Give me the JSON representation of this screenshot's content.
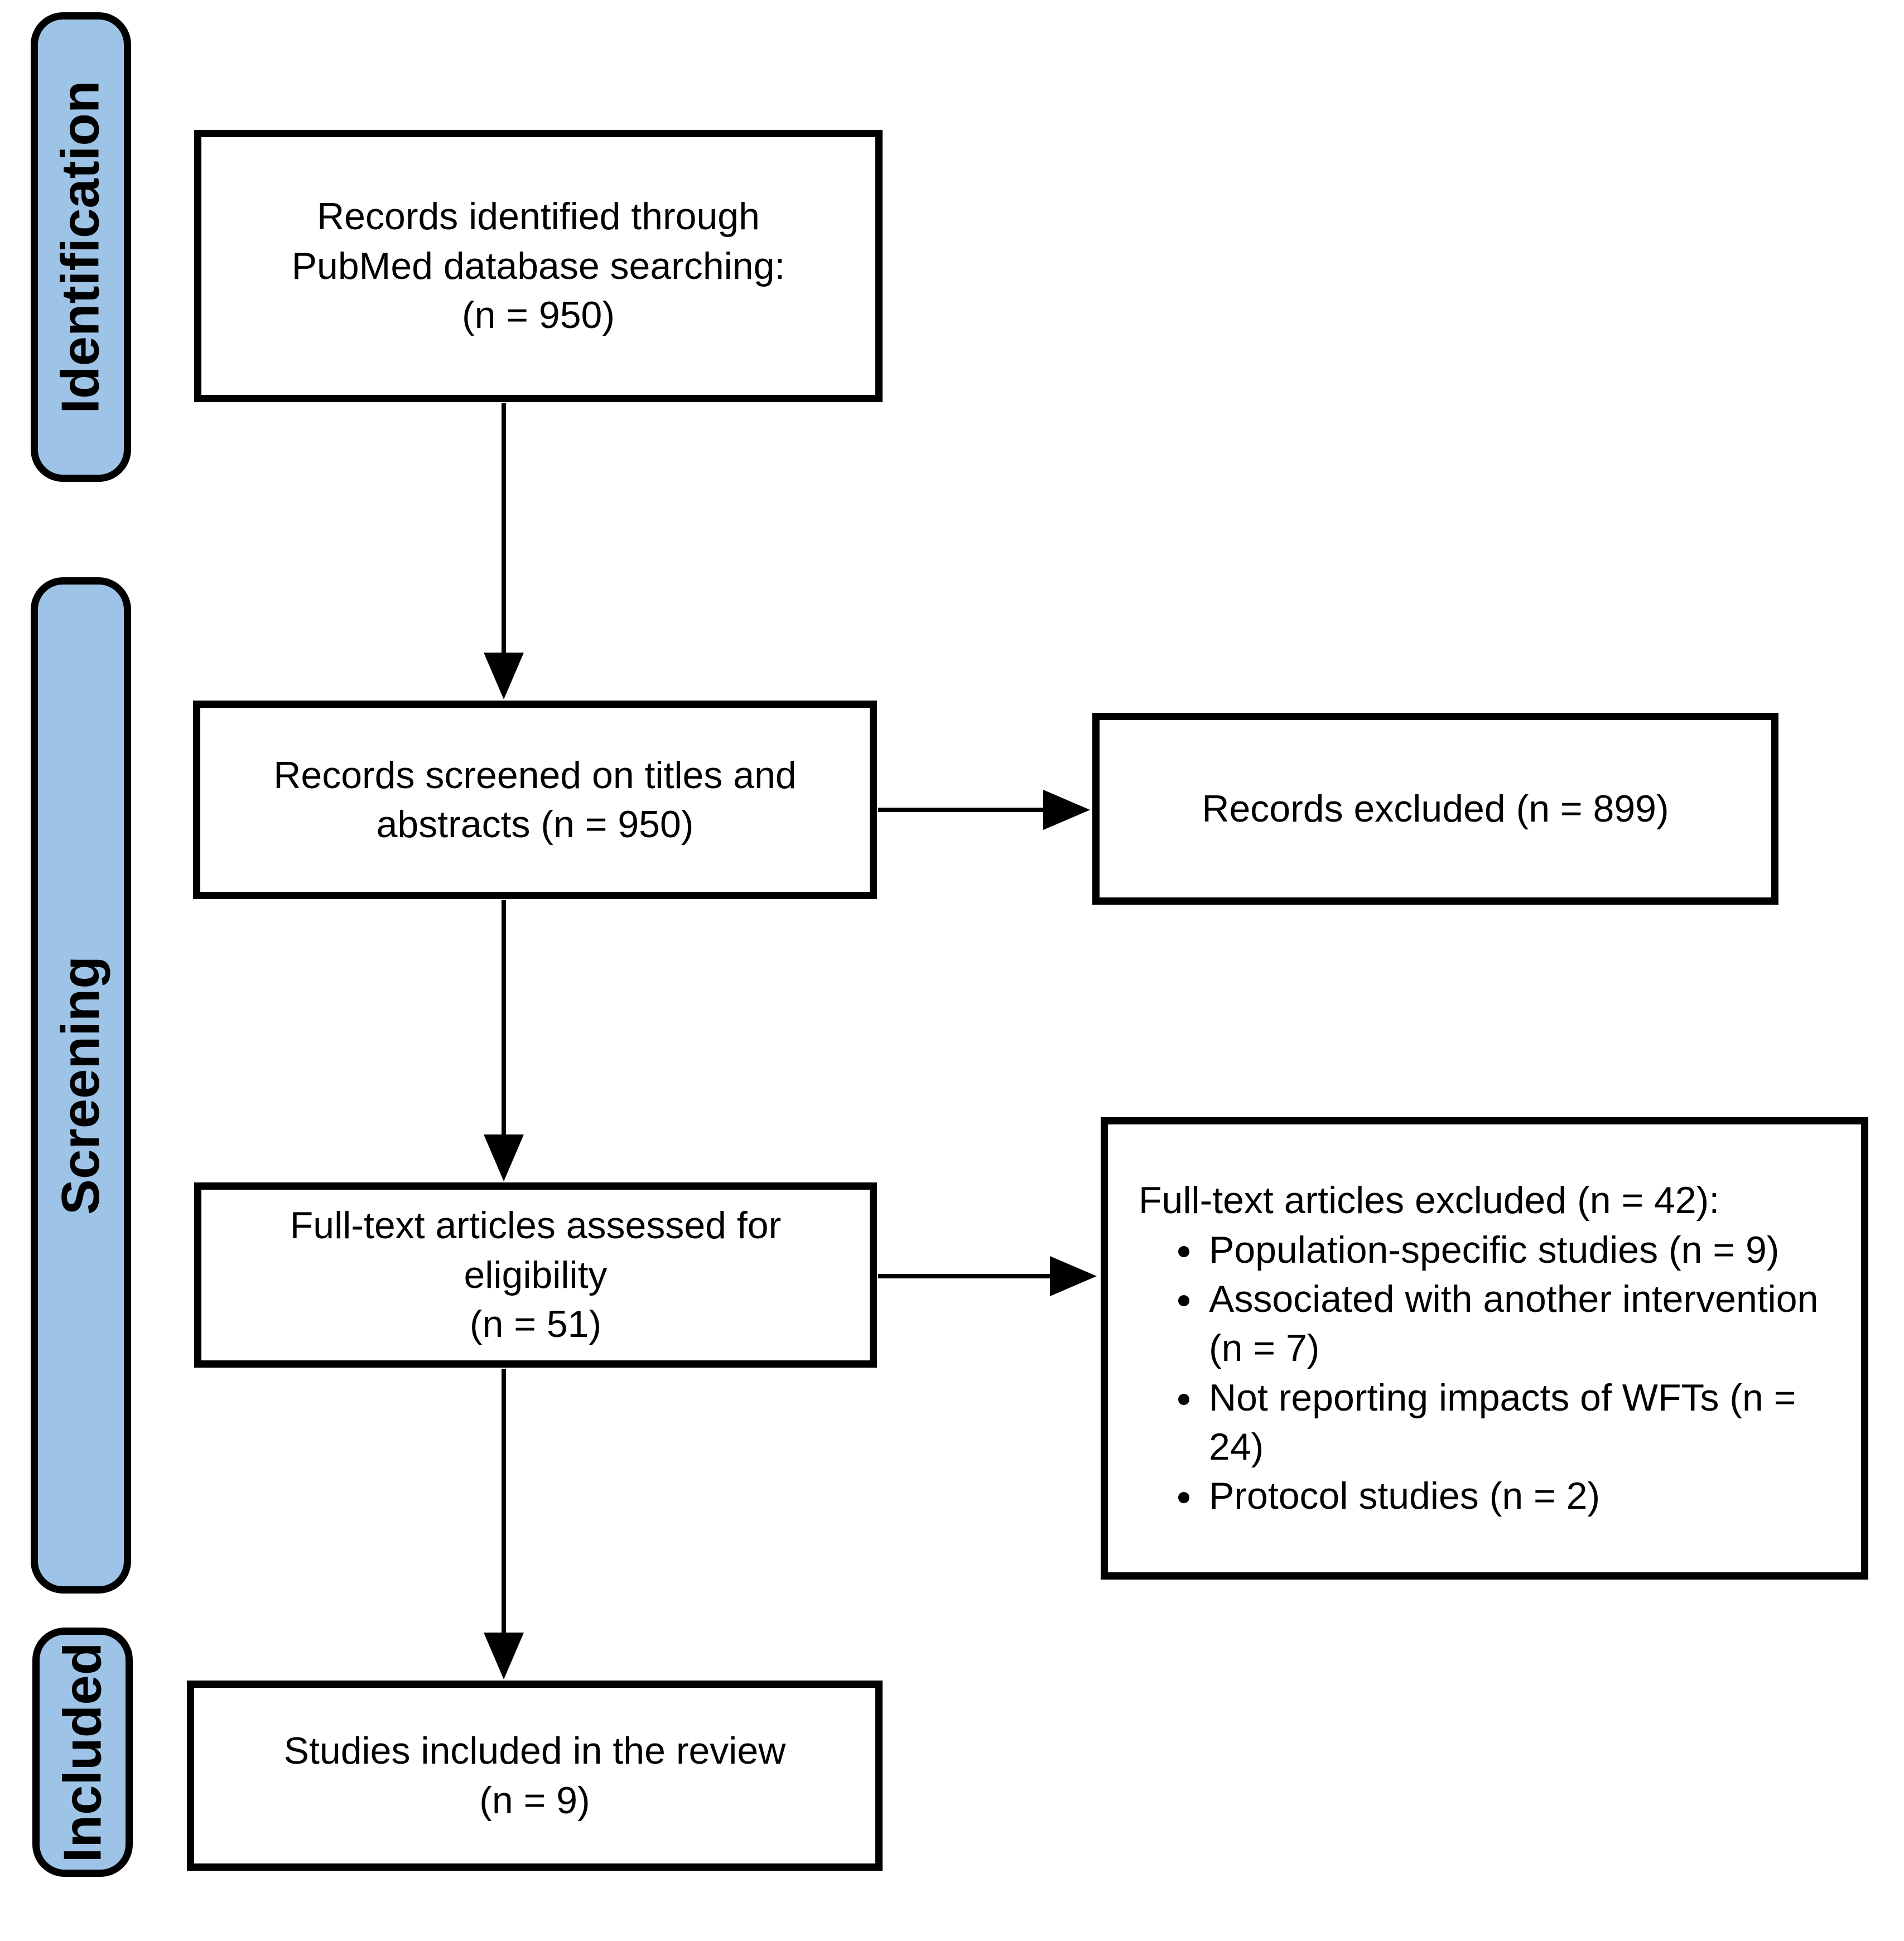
{
  "colors": {
    "stage_fill": "#9DC3E6",
    "line": "#000000",
    "box_fill": "#ffffff",
    "text": "#000000"
  },
  "stages": {
    "identification": {
      "label": "Identification"
    },
    "screening": {
      "label": "Screening"
    },
    "included": {
      "label": "Included"
    }
  },
  "boxes": {
    "identified": {
      "text": "Records identified through\nPubMed database searching:\n(n = 950)"
    },
    "screened": {
      "text": "Records screened on titles and\nabstracts (n = 950)"
    },
    "records_excluded": {
      "text": "Records excluded (n = 899)"
    },
    "fulltext_assessed": {
      "text": "Full-text articles assessed for\neligibility\n(n = 51)"
    },
    "fulltext_excluded": {
      "heading": "Full-text articles excluded (n = 42):",
      "bullets": [
        "Population-specific studies (n = 9)",
        "Associated with another intervention (n = 7)",
        "Not reporting impacts of WFTs (n = 24)",
        "Protocol studies (n = 2)"
      ]
    },
    "included_review": {
      "text": "Studies included in the review\n(n = 9)"
    }
  }
}
